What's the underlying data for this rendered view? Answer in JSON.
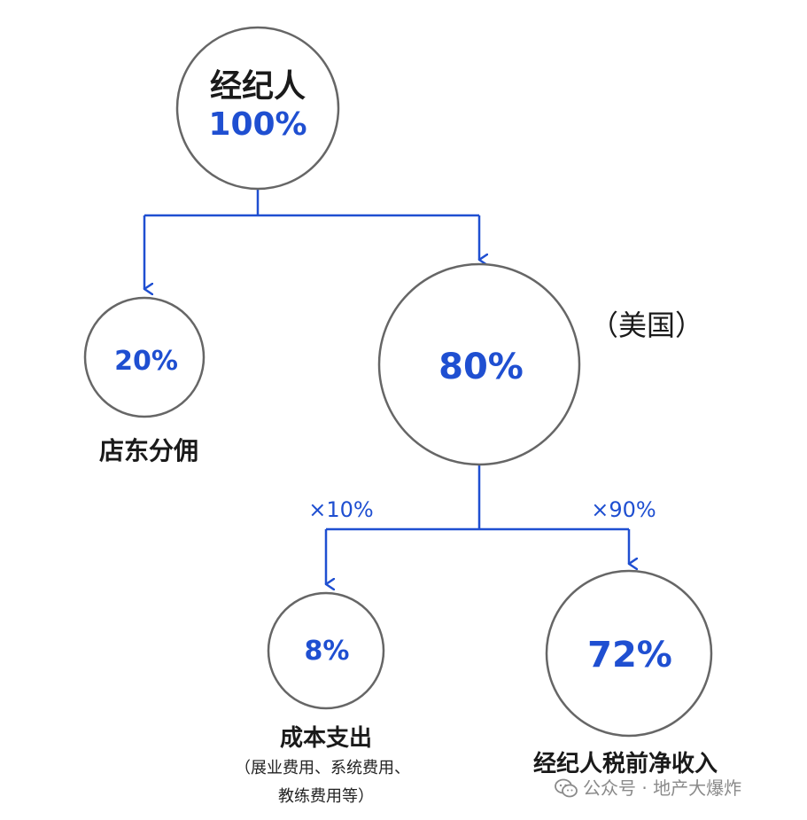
{
  "nodes": {
    "root": {
      "label": "经纪人",
      "value": "100%"
    },
    "left": {
      "value": "20%",
      "caption": "店东分佣"
    },
    "right": {
      "value": "80%",
      "note": "（美国）"
    },
    "cost": {
      "value": "8%",
      "caption": "成本支出",
      "detail_line1": "（展业费用、系统费用、",
      "detail_line2": "教练费用等）"
    },
    "net": {
      "value": "72%",
      "caption": "经纪人税前净收入"
    }
  },
  "edges": {
    "to_cost_multiplier": "×10%",
    "to_net_multiplier": "×90%"
  },
  "watermark": {
    "icon": "wechat-icon",
    "text": "公众号 · 地产大爆炸"
  },
  "colors": {
    "accent": "#1f4fd1",
    "circle_stroke": "#666666",
    "text": "#1a1a1a"
  }
}
